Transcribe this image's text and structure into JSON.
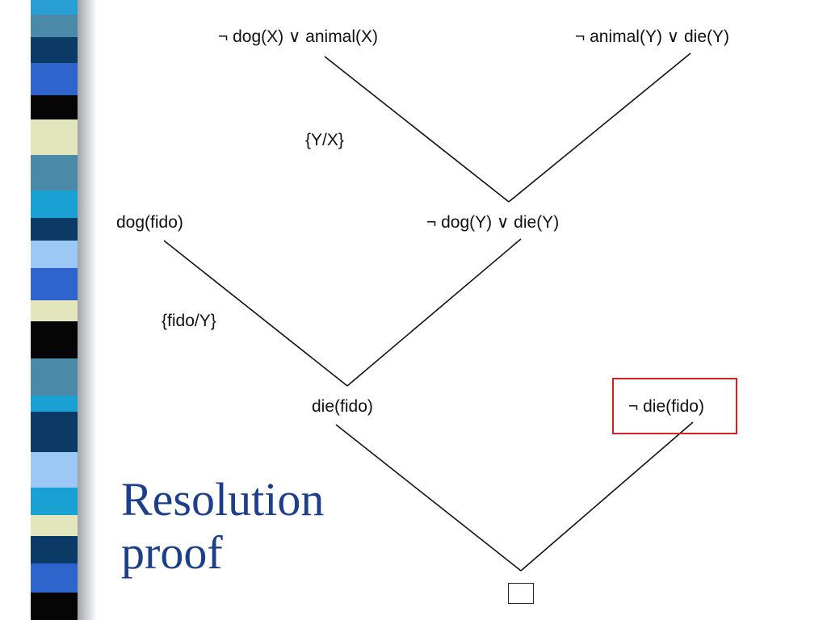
{
  "slide": {
    "title": "Resolution\nproof",
    "accent_color": "#d42222",
    "title_color": "#1d3f8a"
  },
  "clauses": {
    "c1": "¬ dog(X) ∨ animal(X)",
    "c2": "¬ animal(Y) ∨ die(Y)",
    "c3": "dog(fido)",
    "c4": "¬ dog(Y) ∨ die(Y)",
    "c5": "die(fido)",
    "c6": "¬ die(fido)"
  },
  "substitutions": {
    "s1": "{Y/X}",
    "s2": "{fido/Y}"
  },
  "empty_clause_icon": "empty-clause-box"
}
